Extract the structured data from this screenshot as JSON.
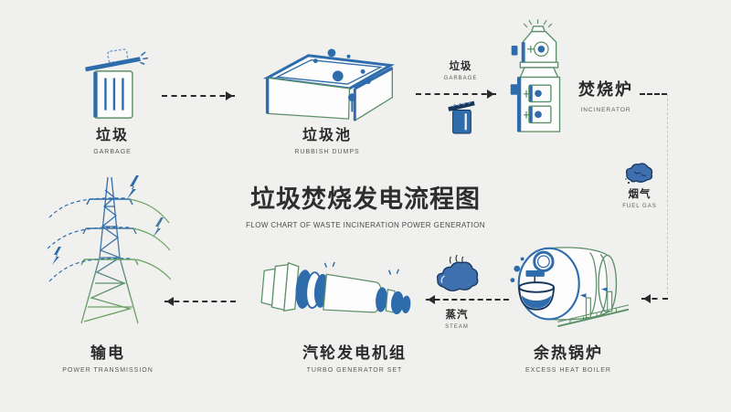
{
  "title": {
    "zh": "垃圾焚烧发电流程图",
    "en": "FLOW CHART OF WASTE INCINERATION POWER GENERATION"
  },
  "nodes": {
    "garbage": {
      "zh": "垃圾",
      "en": "GARBAGE"
    },
    "rubbish_dumps": {
      "zh": "垃圾池",
      "en": "RUBBISH DUMPS"
    },
    "incinerator": {
      "zh": "焚烧炉",
      "en": "INCINERATOR"
    },
    "excess_heat_boiler": {
      "zh": "余热锅炉",
      "en": "EXCESS HEAT BOILER"
    },
    "turbo_generator_set": {
      "zh": "汽轮发电机组",
      "en": "TURBO GENERATOR SET"
    },
    "power_transmission": {
      "zh": "输电",
      "en": "POWER TRANSMISSION"
    }
  },
  "flow_labels": {
    "garbage_feed": {
      "zh": "垃圾",
      "en": "GARBAGE"
    },
    "fuel_gas": {
      "zh": "烟气",
      "en": "FUEL GAS"
    },
    "steam": {
      "zh": "蒸汽",
      "en": "STEAM"
    }
  },
  "colors": {
    "background": "#f0f0ee",
    "primary_blue": "#2e6cab",
    "secondary_green": "#5d9068",
    "cloud_blue": "#3e6fae",
    "outline_navy": "#17365c",
    "text_dark": "#2b2b2b",
    "text_gray": "#5a5a5a",
    "arrow_dark": "#2a2a2a",
    "dashed_light": "#c7c7c7"
  }
}
